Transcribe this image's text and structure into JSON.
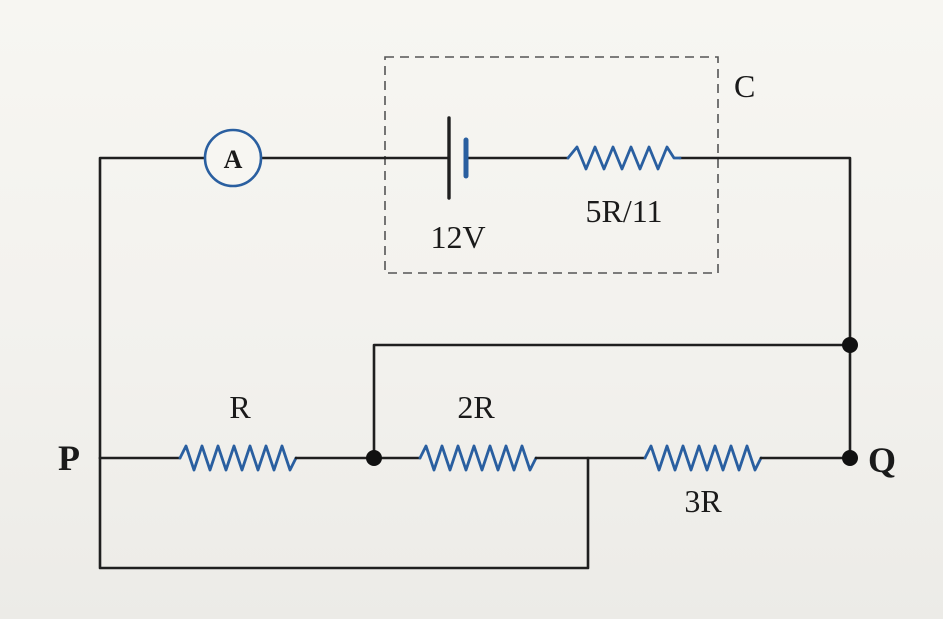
{
  "labels": {
    "ammeter": "A",
    "box": "C",
    "battery": "12V",
    "internal_resistor": "5R/11",
    "resistor_R": "R",
    "resistor_2R": "2R",
    "resistor_3R": "3R",
    "node_P": "P",
    "node_Q": "Q"
  },
  "colors": {
    "wire": "#1f1f1f",
    "component": "#2a5fa0",
    "dashed_box": "#555555"
  }
}
